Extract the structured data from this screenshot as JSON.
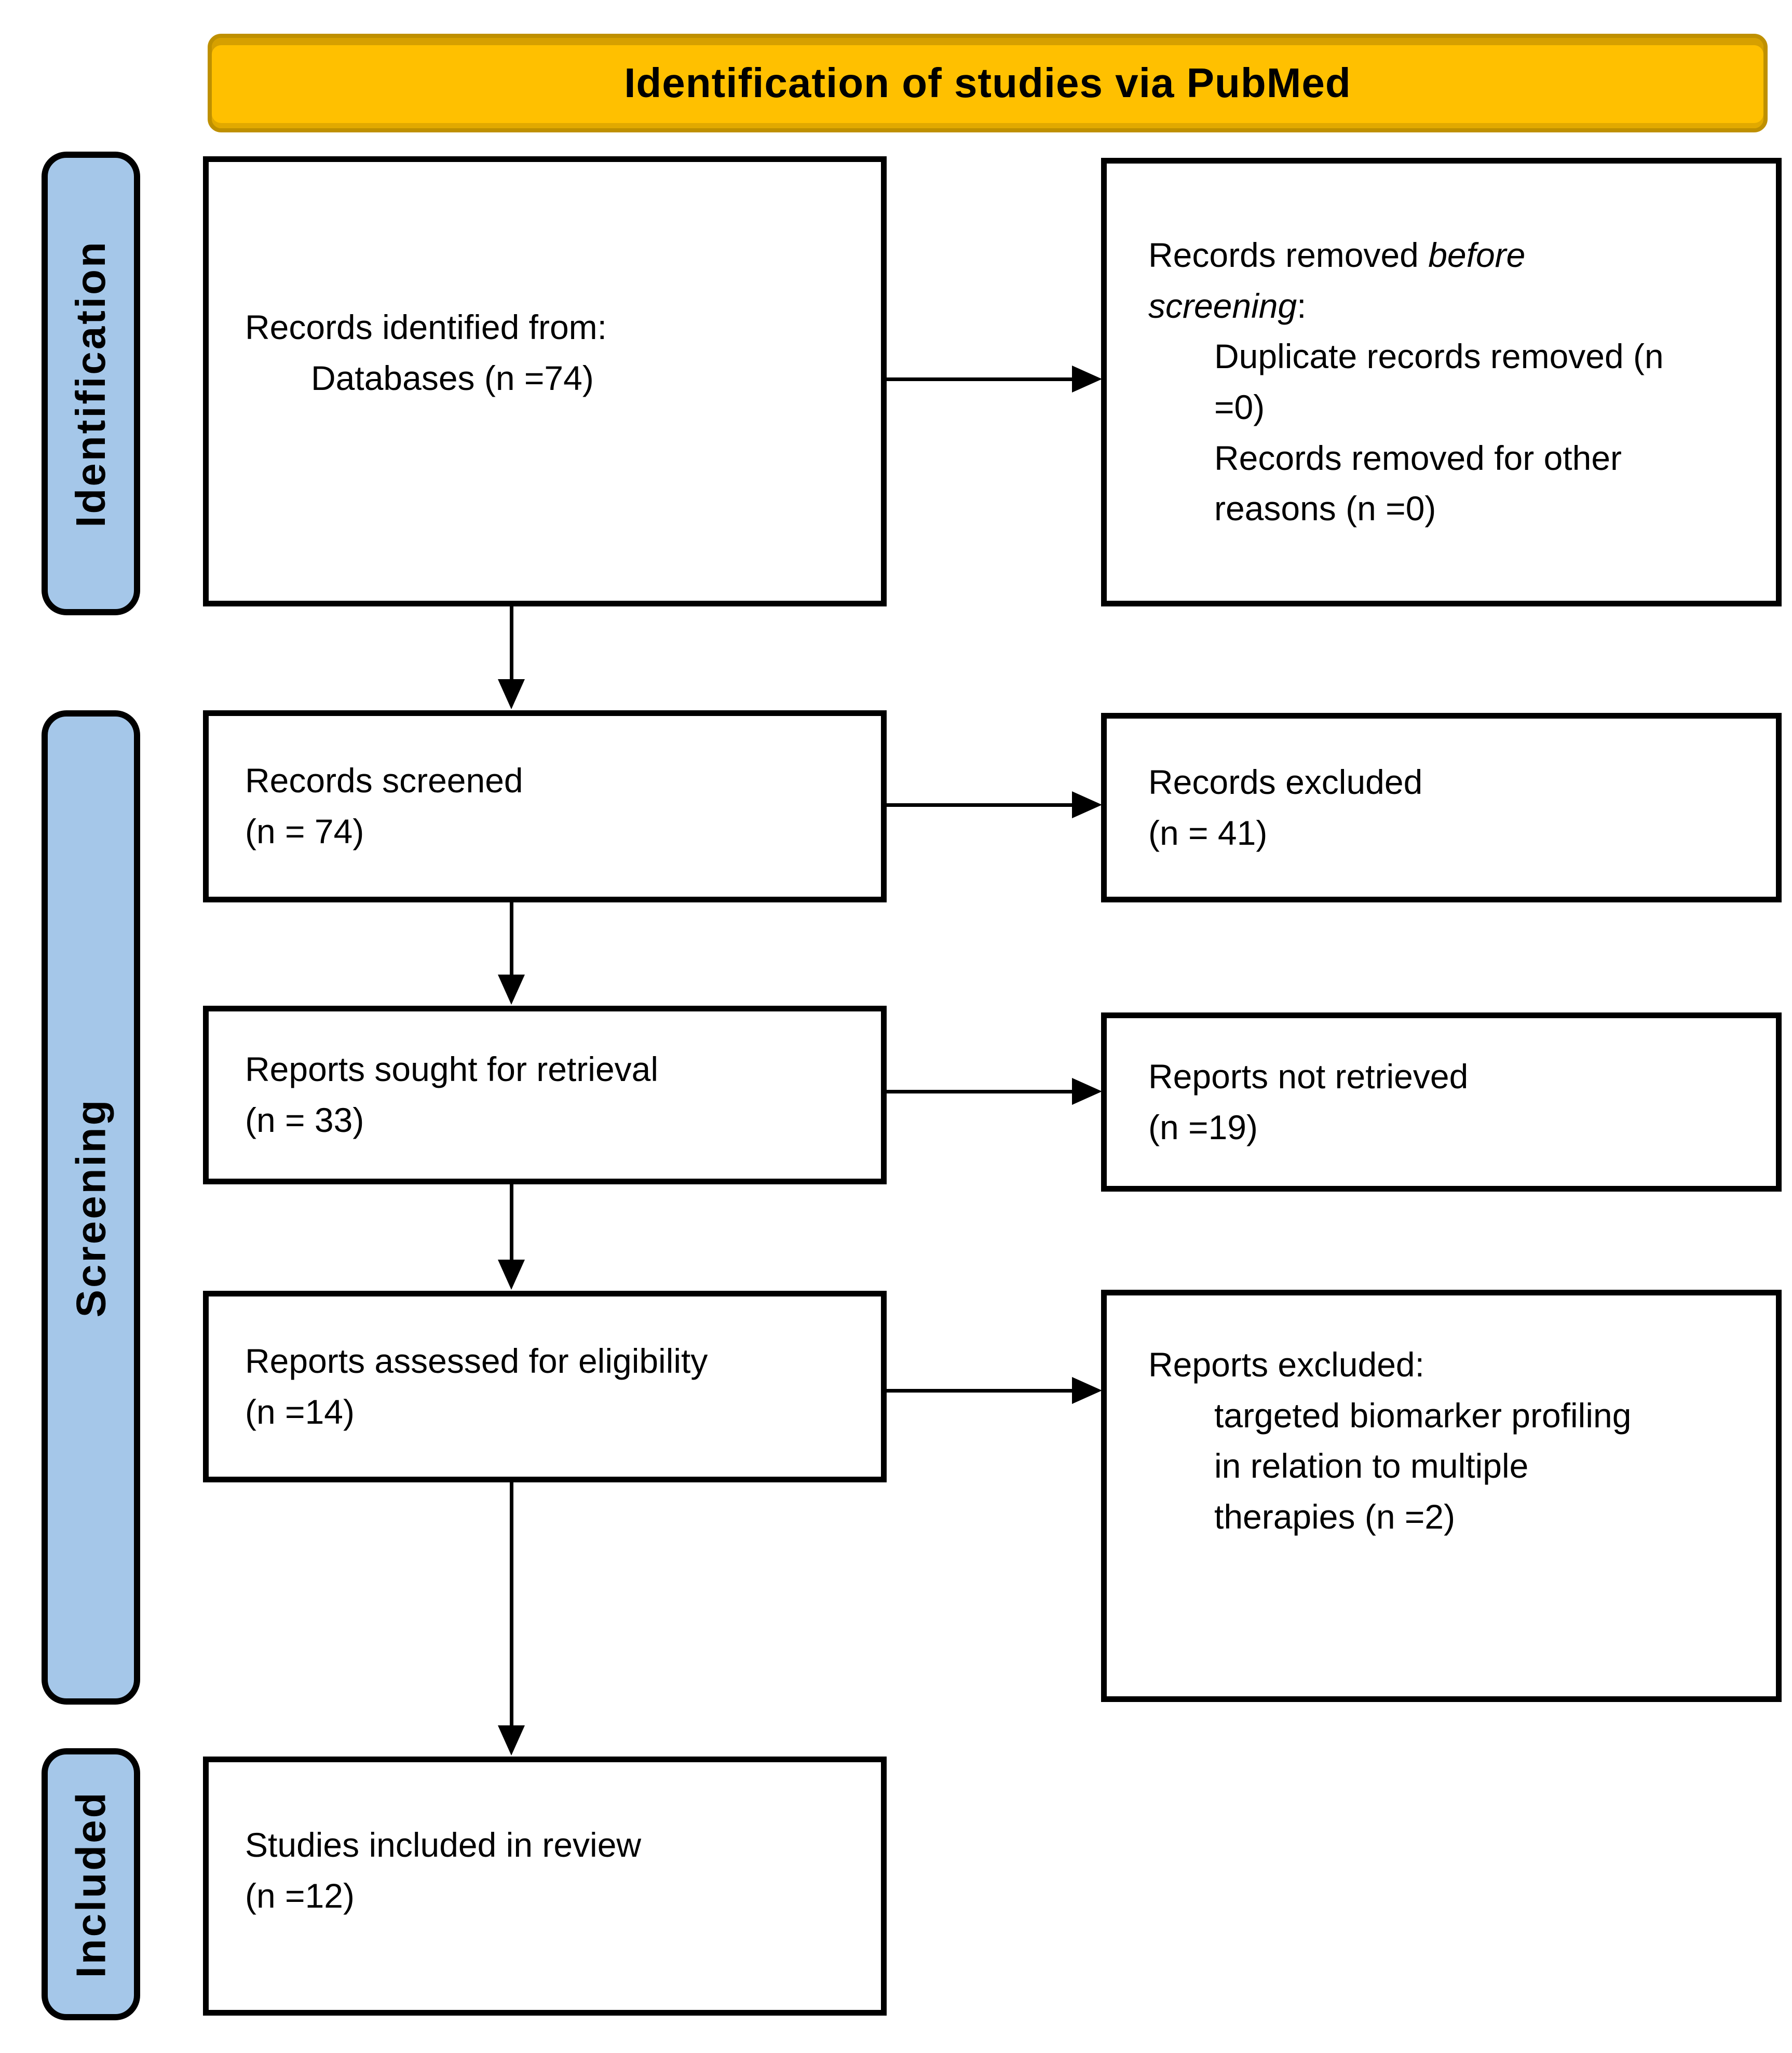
{
  "banner": {
    "title": "Identification of studies via PubMed"
  },
  "stages": {
    "identification": "Identification",
    "screening": "Screening",
    "included": "Included"
  },
  "boxes": {
    "records_identified": {
      "line1": "Records identified from:",
      "line2": "Databases (n =74)"
    },
    "records_removed": {
      "line1_normal": "Records removed ",
      "line1_italic": "before",
      "line2_italic": "screening",
      "line2_normal": ":",
      "item_lines": [
        "Duplicate records removed (n",
        "=0)",
        "Records removed for other",
        "reasons (n =0)"
      ]
    },
    "records_screened": {
      "line1": "Records screened",
      "line2": "(n = 74)"
    },
    "records_excluded": {
      "line1": "Records excluded",
      "line2": "(n = 41)"
    },
    "reports_sought": {
      "line1": "Reports sought for retrieval",
      "line2": "(n = 33)"
    },
    "reports_not_retrieved": {
      "line1": "Reports not retrieved",
      "line2": "(n =19)"
    },
    "reports_assessed": {
      "line1": "Reports assessed for eligibility",
      "line2": "(n =14)"
    },
    "reports_excluded": {
      "line1": "Reports excluded:",
      "item_lines": [
        "targeted biomarker profiling",
        "in relation to multiple",
        "therapies (n =2)"
      ]
    },
    "studies_included": {
      "line1": "Studies included in review",
      "line2": "(n =12)"
    }
  },
  "colors": {
    "banner_fill": "#FFC000",
    "banner_border": "#BF9000",
    "stage_fill": "#A5C7E9",
    "box_border": "#000000",
    "arrow": "#000000",
    "text": "#000000"
  }
}
